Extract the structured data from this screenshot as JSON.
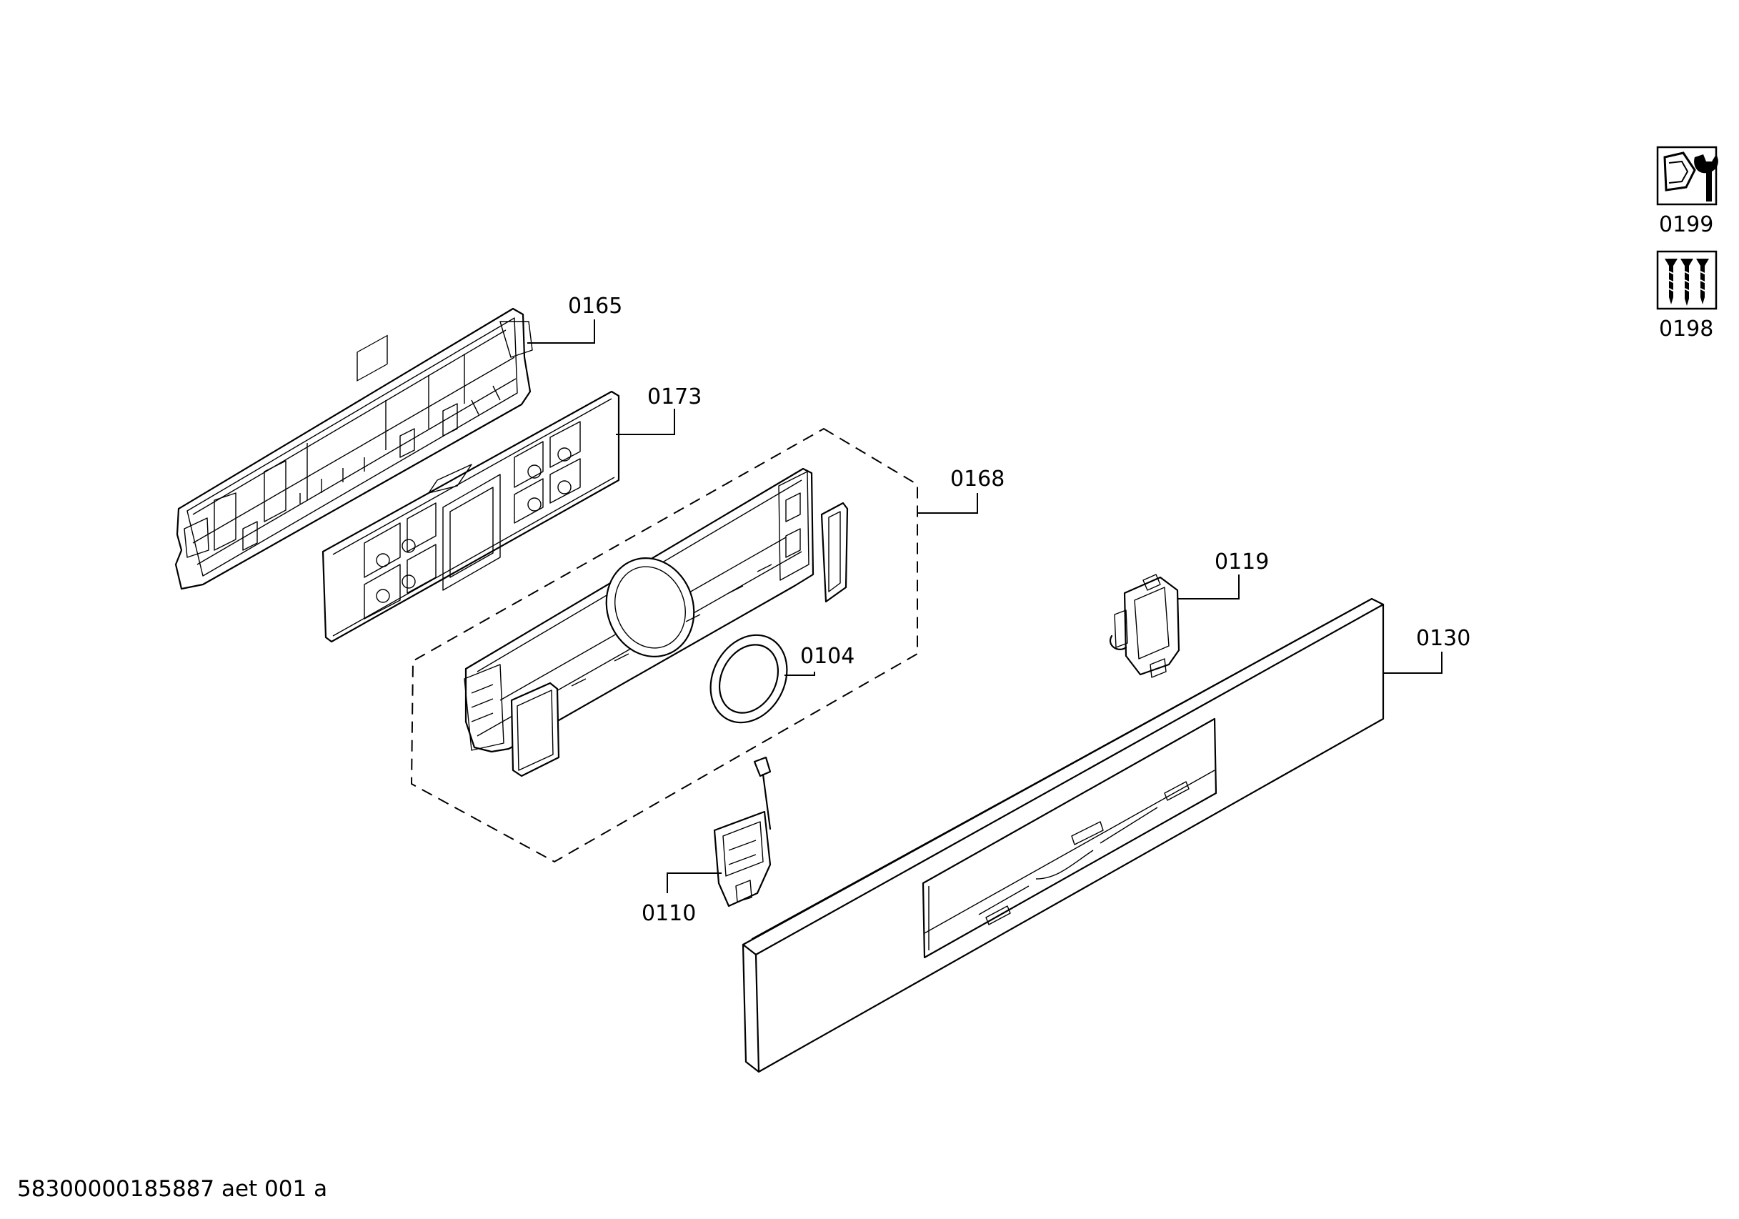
{
  "diagram": {
    "parts": [
      {
        "id": "0165"
      },
      {
        "id": "0173"
      },
      {
        "id": "0168"
      },
      {
        "id": "0104"
      },
      {
        "id": "0119"
      },
      {
        "id": "0130"
      },
      {
        "id": "0110"
      }
    ],
    "icons": [
      {
        "id": "0199",
        "icon": "tools-icon"
      },
      {
        "id": "0198",
        "icon": "screws-icon"
      }
    ]
  },
  "footer": {
    "doc_code": "58300000185887 aet 001 a"
  }
}
